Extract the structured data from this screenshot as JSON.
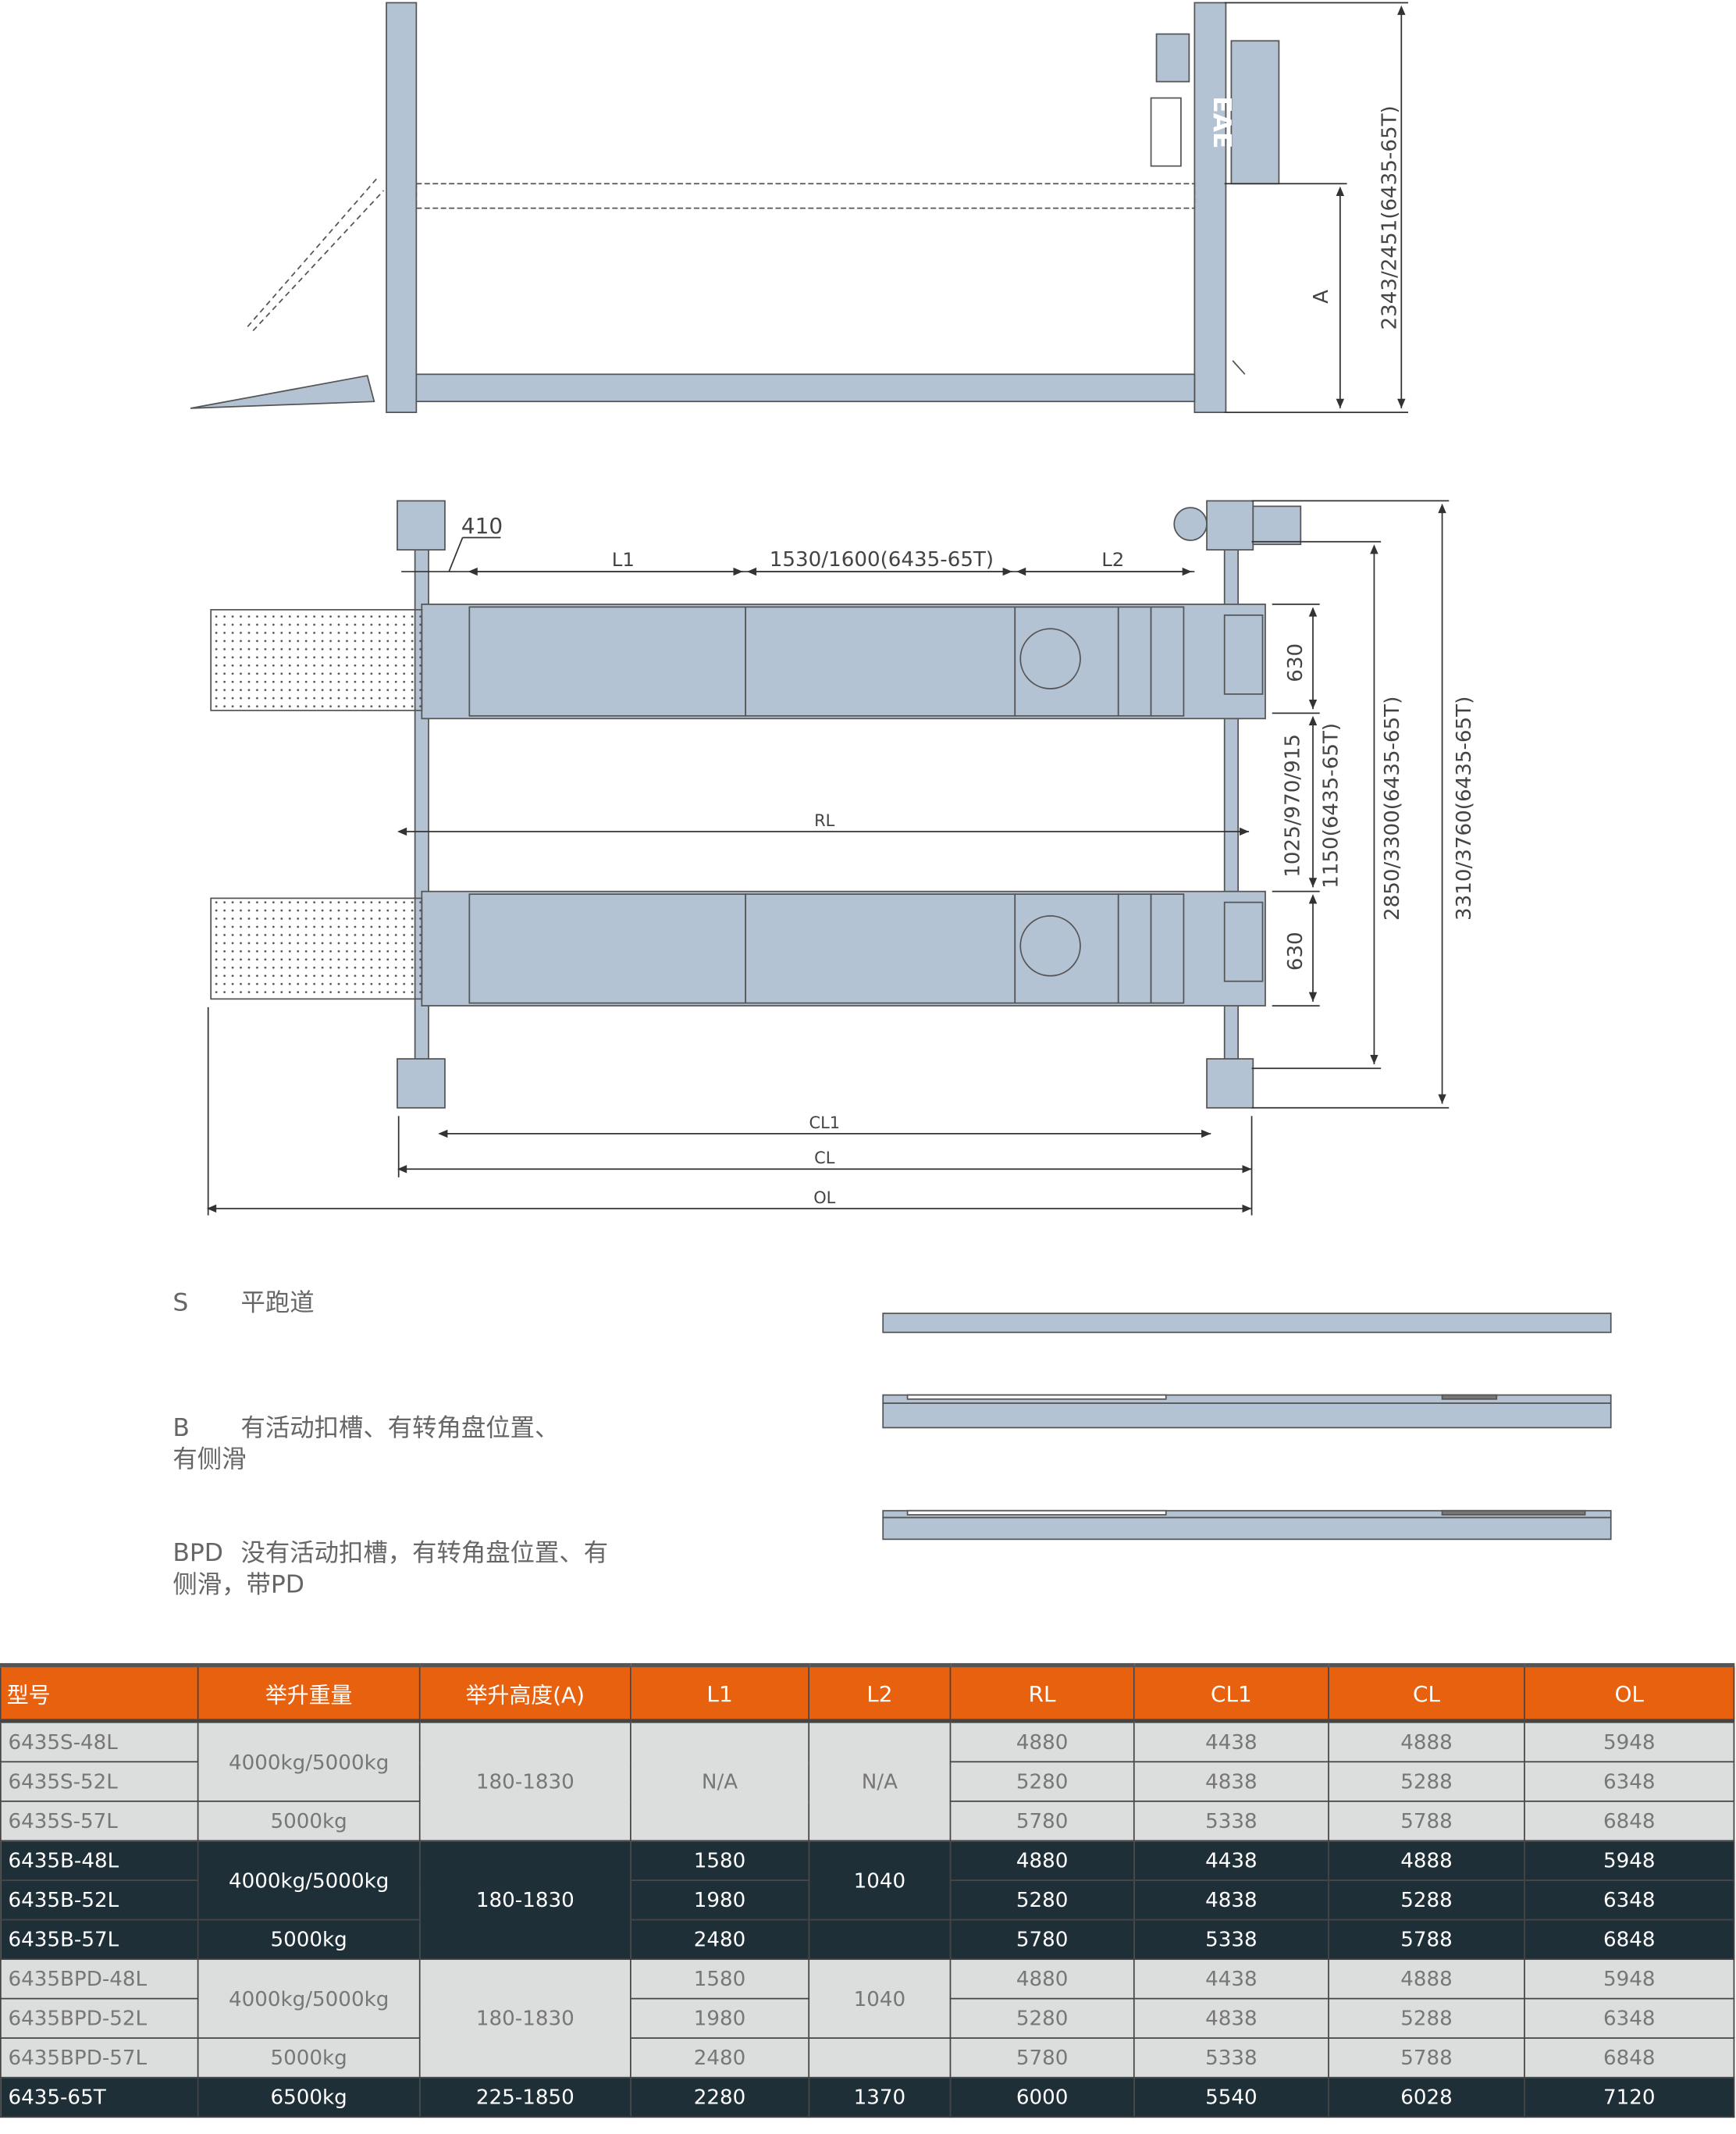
{
  "colors": {
    "accent": "#E8610F",
    "dark_row": "#1E2F37",
    "light_row": "#DCDDDD",
    "frame": "#B4C3D3"
  },
  "side_view": {
    "brand": "EAE",
    "dim_a": "A",
    "dim_height": "2343/2451(6435-65T)"
  },
  "plan_view": {
    "dim_410": "410",
    "dim_l1": "L1",
    "dim_mid": "1530/1600(6435-65T)",
    "dim_l2": "L2",
    "dim_630_a": "630",
    "dim_630_b": "630",
    "dim_gap": "1025/970/915",
    "dim_gap2": "1150(6435-65T)",
    "dim_width1": "2850/3300(6435-65T)",
    "dim_width2": "3310/3760(6435-65T)",
    "dim_rl": "RL",
    "dim_cl1": "CL1",
    "dim_cl": "CL",
    "dim_ol": "OL"
  },
  "legend": [
    {
      "code": "S",
      "line1": "平跑道",
      "line2": ""
    },
    {
      "code": "B",
      "line1": "有活动扣槽、有转角盘位置、",
      "line2": "有侧滑"
    },
    {
      "code": "BPD",
      "line1": "没有活动扣槽，有转角盘位置、有",
      "line2": "侧滑，带PD"
    }
  ],
  "table": {
    "headers": [
      "型号",
      "举升重量",
      "举升高度(A)",
      "L1",
      "L2",
      "RL",
      "CL1",
      "CL",
      "OL"
    ],
    "groups": [
      {
        "style": "lt",
        "capacity_a": "4000kg/5000kg",
        "capacity_b": "5000kg",
        "height": "180-1830",
        "l2": "N/A",
        "l1_na": "N/A",
        "rows": [
          {
            "model": "6435S-48L",
            "rl": "4880",
            "cl1": "4438",
            "cl": "4888",
            "ol": "5948"
          },
          {
            "model": "6435S-52L",
            "rl": "5280",
            "cl1": "4838",
            "cl": "5288",
            "ol": "6348"
          },
          {
            "model": "6435S-57L",
            "rl": "5780",
            "cl1": "5338",
            "cl": "5788",
            "ol": "6848"
          }
        ]
      },
      {
        "style": "dk",
        "capacity_a": "4000kg/5000kg",
        "capacity_b": "5000kg",
        "height": "180-1830",
        "l2": "1040",
        "rows": [
          {
            "model": "6435B-48L",
            "l1": "1580",
            "rl": "4880",
            "cl1": "4438",
            "cl": "4888",
            "ol": "5948"
          },
          {
            "model": "6435B-52L",
            "l1": "1980",
            "rl": "5280",
            "cl1": "4838",
            "cl": "5288",
            "ol": "6348"
          },
          {
            "model": "6435B-57L",
            "l1": "2480",
            "rl": "5780",
            "cl1": "5338",
            "cl": "5788",
            "ol": "6848"
          }
        ]
      },
      {
        "style": "lt",
        "capacity_a": "4000kg/5000kg",
        "capacity_b": "5000kg",
        "height": "180-1830",
        "l2": "1040",
        "rows": [
          {
            "model": "6435BPD-48L",
            "l1": "1580",
            "rl": "4880",
            "cl1": "4438",
            "cl": "4888",
            "ol": "5948"
          },
          {
            "model": "6435BPD-52L",
            "l1": "1980",
            "rl": "5280",
            "cl1": "4838",
            "cl": "5288",
            "ol": "6348"
          },
          {
            "model": "6435BPD-57L",
            "l1": "2480",
            "rl": "5780",
            "cl1": "5338",
            "cl": "5788",
            "ol": "6848"
          }
        ]
      }
    ],
    "last": {
      "model": "6435-65T",
      "capacity": "6500kg",
      "height": "225-1850",
      "l1": "2280",
      "l2": "1370",
      "rl": "6000",
      "cl1": "5540",
      "cl": "6028",
      "ol": "7120"
    }
  }
}
